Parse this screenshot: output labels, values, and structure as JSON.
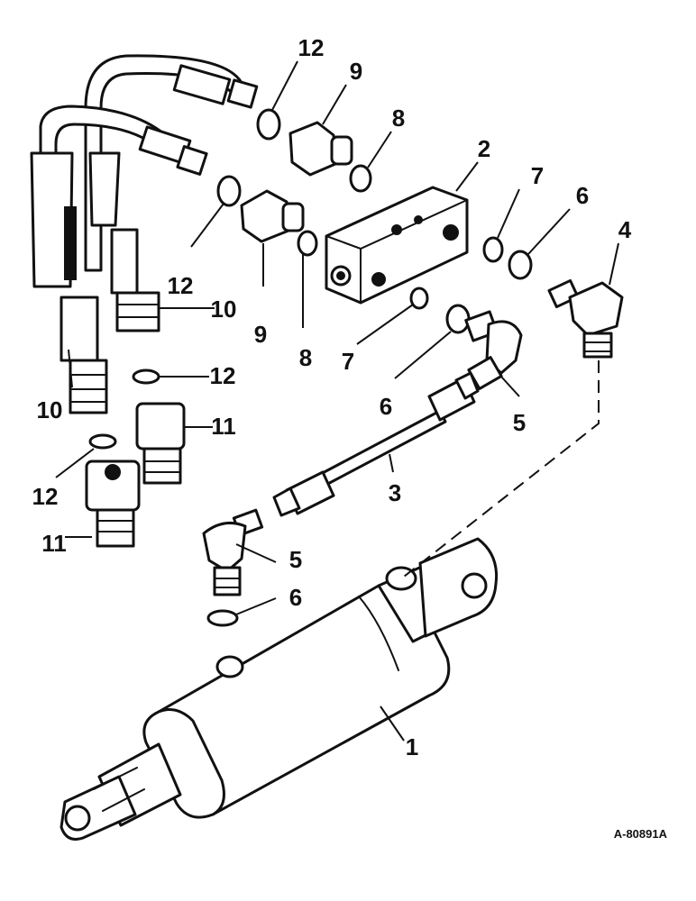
{
  "callouts": [
    "12",
    "9",
    "8",
    "2",
    "7",
    "6",
    "4",
    "12",
    "10",
    "9",
    "8",
    "7",
    "6",
    "12",
    "10",
    "11",
    "5",
    "3",
    "12",
    "11",
    "5",
    "6",
    "1"
  ],
  "figure_id": "A-80891A"
}
